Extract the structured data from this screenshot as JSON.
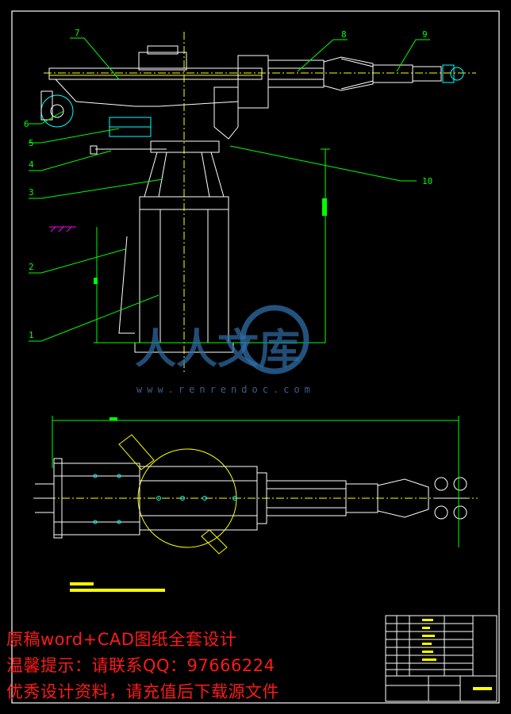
{
  "callouts": {
    "c1": "1",
    "c2": "2",
    "c3": "3",
    "c4": "4",
    "c5": "5",
    "c6": "6",
    "c7": "7",
    "c8": "8",
    "c9": "9",
    "c10": "10"
  },
  "watermark": {
    "brand": "人人文库",
    "url": "www.renrendoc.com"
  },
  "promo": {
    "line1": "原稿word+CAD图纸全套设计",
    "line2": "温馨提示：请联系QQ：97666224",
    "line3": "优秀设计资料，请充值后下载源文件"
  },
  "colors": {
    "frame": "#ffffff",
    "body": "#ffffff",
    "centerline": "#ffff00",
    "dimension": "#00ff00",
    "leader": "#00ff00",
    "detail": "#00ffff",
    "hatch": "#ff00ff",
    "promo": "#ff1a1a",
    "watermark": "#2f6ea8"
  }
}
